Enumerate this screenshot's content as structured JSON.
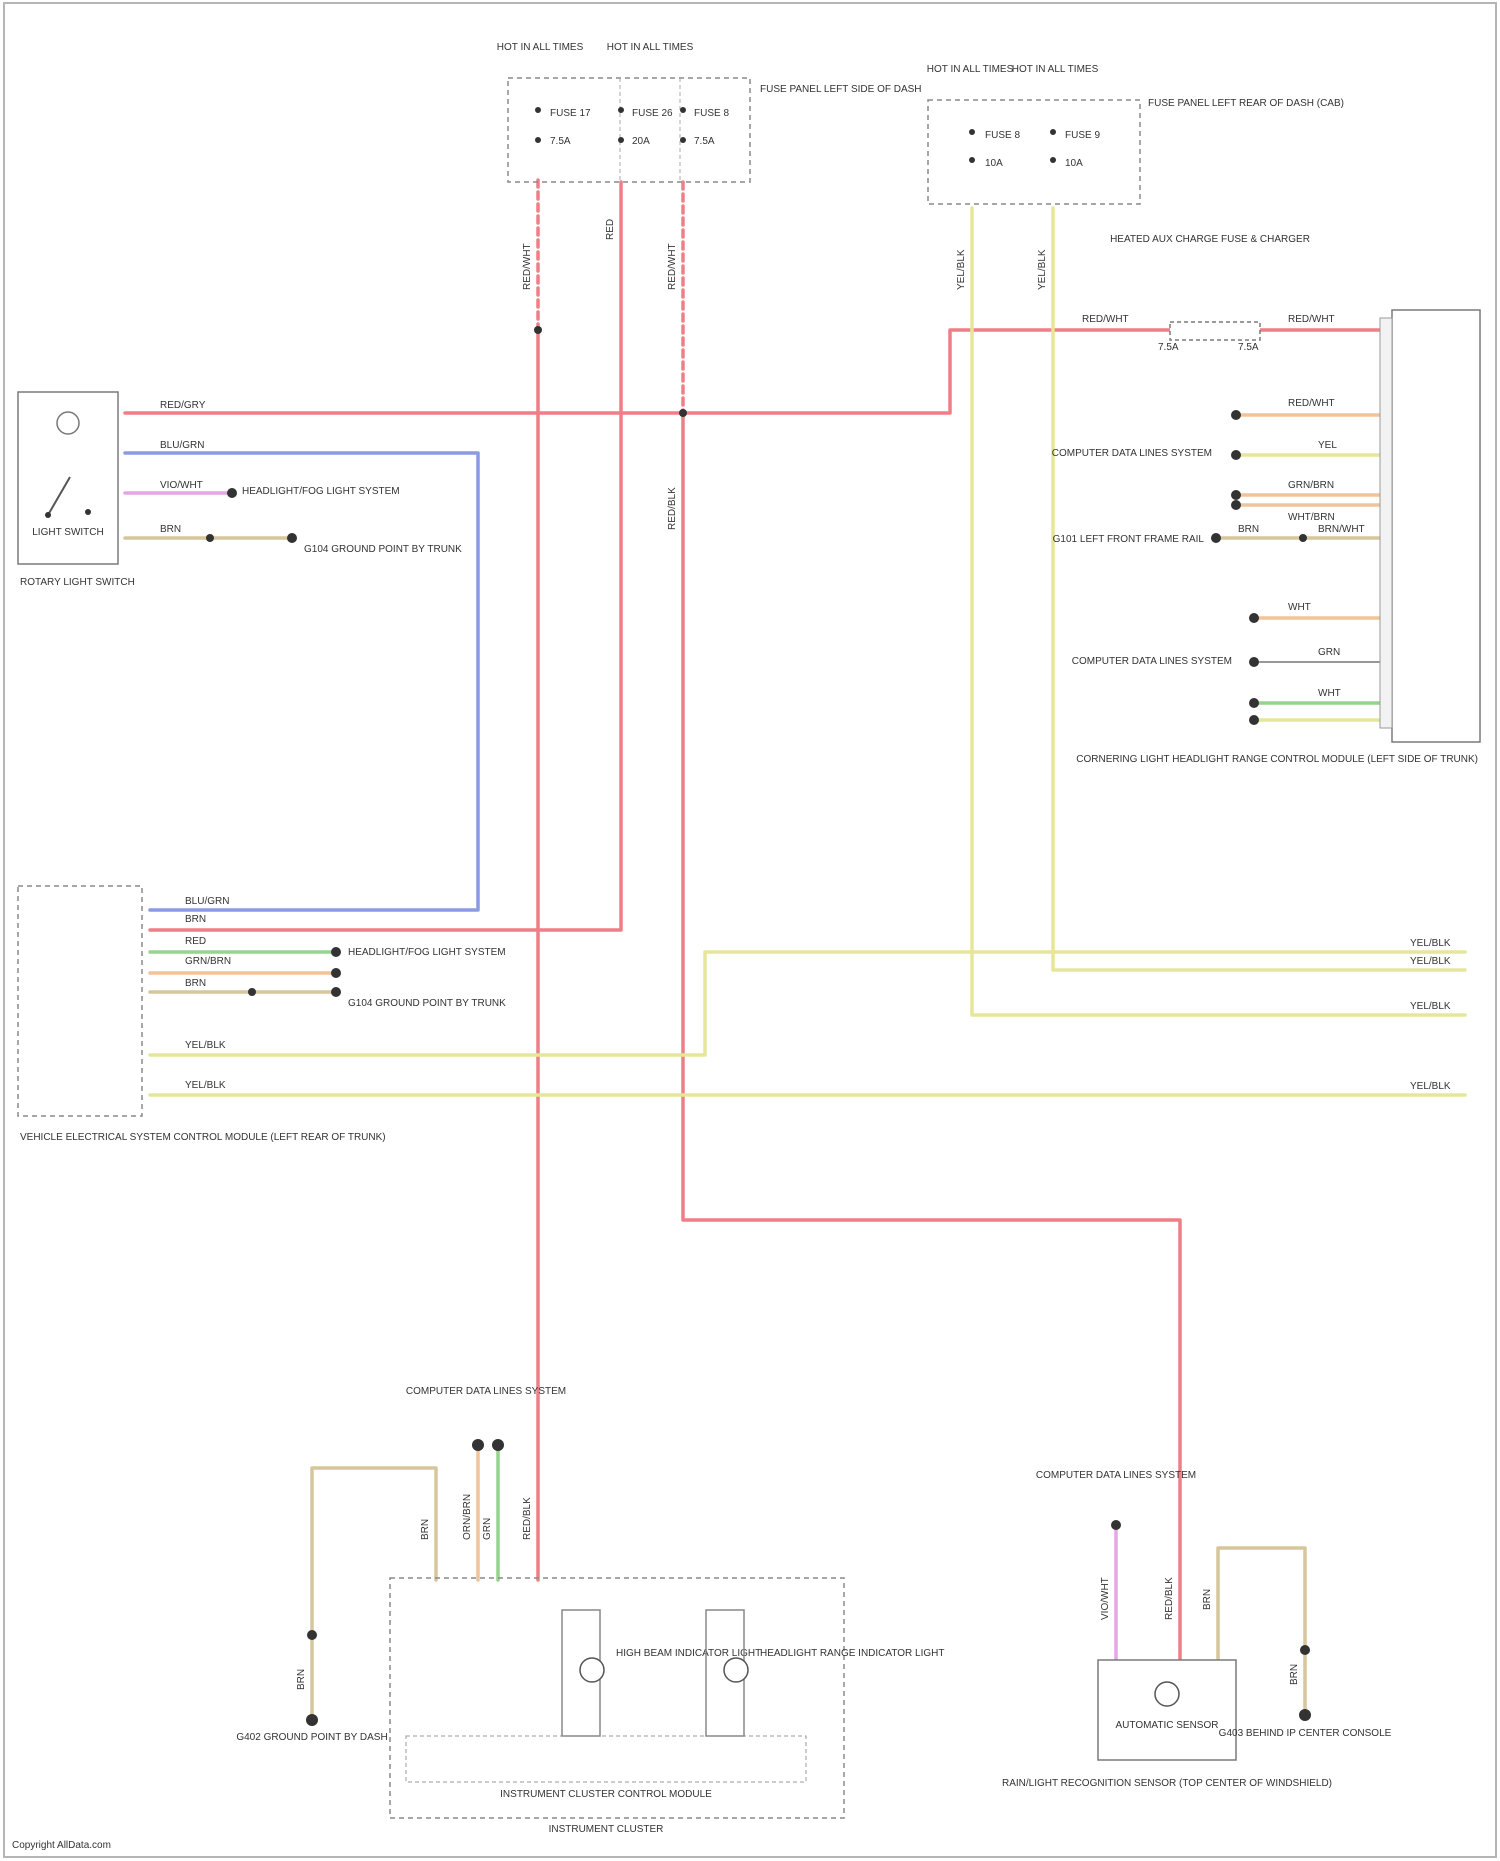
{
  "fuse_boxes": {
    "left": {
      "power_labels": [
        "HOT IN ALL TIMES",
        "HOT IN ALL TIMES"
      ],
      "fuses": [
        {
          "name": "FUSE 17",
          "rating": "7.5A"
        },
        {
          "name": "FUSE 26",
          "rating": "20A"
        },
        {
          "name": "FUSE 8",
          "rating": "7.5A"
        }
      ],
      "box_label": "FUSE PANEL LEFT SIDE OF DASH"
    },
    "right": {
      "power_labels": [
        "HOT IN ALL TIMES",
        "HOT IN ALL TIMES"
      ],
      "fuses": [
        {
          "name": "FUSE 8",
          "rating": "10A"
        },
        {
          "name": "FUSE 9",
          "rating": "10A"
        }
      ],
      "box_label": "FUSE PANEL LEFT REAR OF DASH (CAB)"
    },
    "inline_fuse": {
      "label": "HEATED AUX CHARGE FUSE & CHARGER",
      "rating_left": "7.5A",
      "rating_right": "7.5A"
    }
  },
  "components": {
    "rotary_light_switch": {
      "label": "ROTARY LIGHT SWITCH",
      "switch_label": "LIGHT SWITCH",
      "wires": [
        "RED/GRY",
        "BLU/GRN",
        "VIO/WHT",
        "BRN"
      ],
      "refs": [
        "HEADLIGHT/FOG LIGHT SYSTEM",
        "G104 GROUND POINT BY TRUNK"
      ]
    },
    "vehicle_module": {
      "label": "VEHICLE ELECTRICAL SYSTEM CONTROL MODULE (LEFT REAR OF TRUNK)",
      "wires": [
        "BLU/GRN",
        "BRN",
        "RED",
        "GRN/BRN",
        "BRN",
        "YEL/BLK",
        "YEL/BLK"
      ],
      "refs": [
        "HEADLIGHT/FOG LIGHT SYSTEM",
        "G104 GROUND POINT BY TRUNK"
      ]
    },
    "headlight_module": {
      "label": "CORNERING LIGHT HEADLIGHT RANGE CONTROL MODULE (LEFT SIDE OF TRUNK)",
      "wires": [
        "RED/WHT",
        "YEL",
        "GRN/BRN",
        "WHT/BRN",
        "BRN",
        "BRN/WHT",
        "WHT",
        "GRN",
        "WHT"
      ],
      "refs": [
        "COMPUTER DATA LINES SYSTEM",
        "G101 LEFT FRONT FRAME RAIL",
        "COMPUTER DATA LINES SYSTEM"
      ]
    },
    "right_wires": [
      "YEL/BLK",
      "YEL/BLK",
      "YEL/BLK",
      "YEL/BLK"
    ],
    "instrument_cluster": {
      "label": "INSTRUMENT CLUSTER",
      "module_label": "INSTRUMENT CLUSTER CONTROL MODULE",
      "lamp_a": "HIGH BEAM INDICATOR LIGHT",
      "lamp_b": "HEADLIGHT RANGE INDICATOR LIGHT",
      "ref": "COMPUTER DATA LINES SYSTEM",
      "wires": [
        "BRN",
        "ORN/BRN",
        "GRN",
        "RED/BLK"
      ]
    },
    "left_ground": {
      "label": "G402 GROUND POINT BY DASH",
      "wire": "BRN"
    },
    "auto_sensor": {
      "label": "RAIN/LIGHT RECOGNITION SENSOR (TOP CENTER OF WINDSHIELD)",
      "inner": "AUTOMATIC SENSOR",
      "ref": "COMPUTER DATA LINES SYSTEM",
      "wires": [
        "VIO/WHT",
        "RED/BLK",
        "BRN"
      ]
    },
    "right_ground": {
      "label": "G403 BEHIND IP CENTER CONSOLE",
      "wire": "BRN"
    }
  },
  "wire_labels": {
    "f17_down": "RED/WHT",
    "f26_down": "RED",
    "f8_down": "RED/WHT",
    "mid_vertical": "RED/BLK",
    "r8_down": "YEL/BLK",
    "r9_down": "YEL/BLK",
    "fuse_in": "RED/WHT",
    "fuse_out": "RED/WHT"
  },
  "footer": "Copyright AllData.com"
}
